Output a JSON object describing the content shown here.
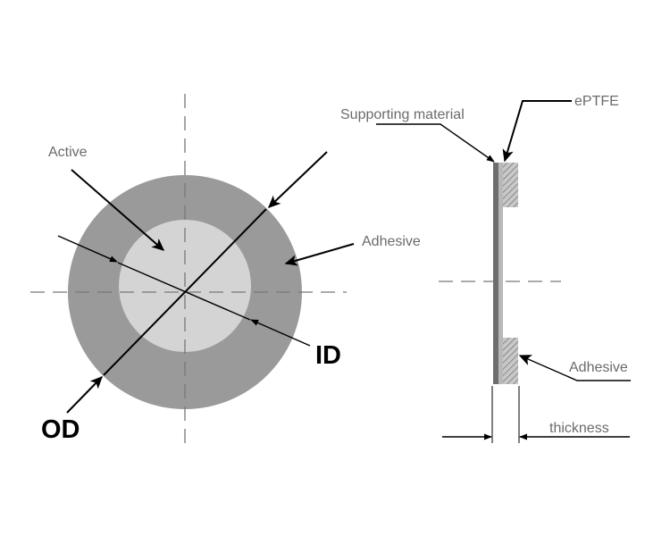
{
  "labels": {
    "active": "Active",
    "adhesive_left": "Adhesive",
    "id": "ID",
    "od": "OD",
    "supporting_material": "Supporting material",
    "eptfe": "ePTFE",
    "adhesive_right": "Adhesive",
    "thickness": "thickness"
  },
  "colors": {
    "outer_ring": "#9a9a9a",
    "inner_disk": "#d4d4d4",
    "supporting_layer": "#6e6e6e",
    "eptfe_layer": "#b8b8b8",
    "adhesive_hatch": "#9c9c9c",
    "label_text": "#6b6b6b",
    "leader": "#000000"
  }
}
